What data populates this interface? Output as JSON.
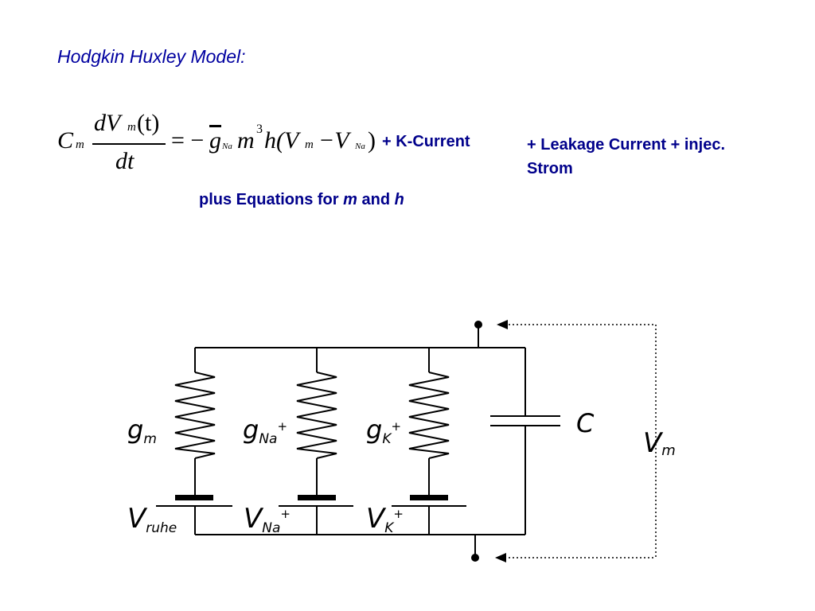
{
  "slide": {
    "title": "Hodgkin Huxley Model:",
    "k_current": "+ K-Current",
    "leakage_line1": "+ Leakage Current + injec.",
    "leakage_line2": "Strom",
    "plus_eq_prefix": "plus Equations for",
    "plus_eq_m": "m",
    "plus_eq_and": "and",
    "plus_eq_h": "h"
  },
  "formula": {
    "C": "C",
    "m_sub": "m",
    "numerator_dV": "dV",
    "numerator_sub": "m",
    "numerator_t": "(t)",
    "denominator": "dt",
    "equals_minus": "= −",
    "g": "g",
    "na_sub": "Na",
    "m_var": "m",
    "cube": "3",
    "h_open": "h(V",
    "vm_sub": "m",
    "minus_v": "−V",
    "vna_sub": "Na",
    "close": ")"
  },
  "circuit": {
    "label_gm_main": "g",
    "label_gm_sub": "m",
    "label_gna_main": "g",
    "label_gna_sub": "Na",
    "label_gk_main": "g",
    "label_gk_sub": "K",
    "plus": "+",
    "label_c": "C",
    "label_vm_main": "V",
    "label_vm_sub": "m",
    "label_vruhe_main": "V",
    "label_vruhe_sub": "ruhe",
    "label_vna_main": "V",
    "label_vna_sub": "Na",
    "label_vk_main": "V",
    "label_vk_sub": "K"
  }
}
